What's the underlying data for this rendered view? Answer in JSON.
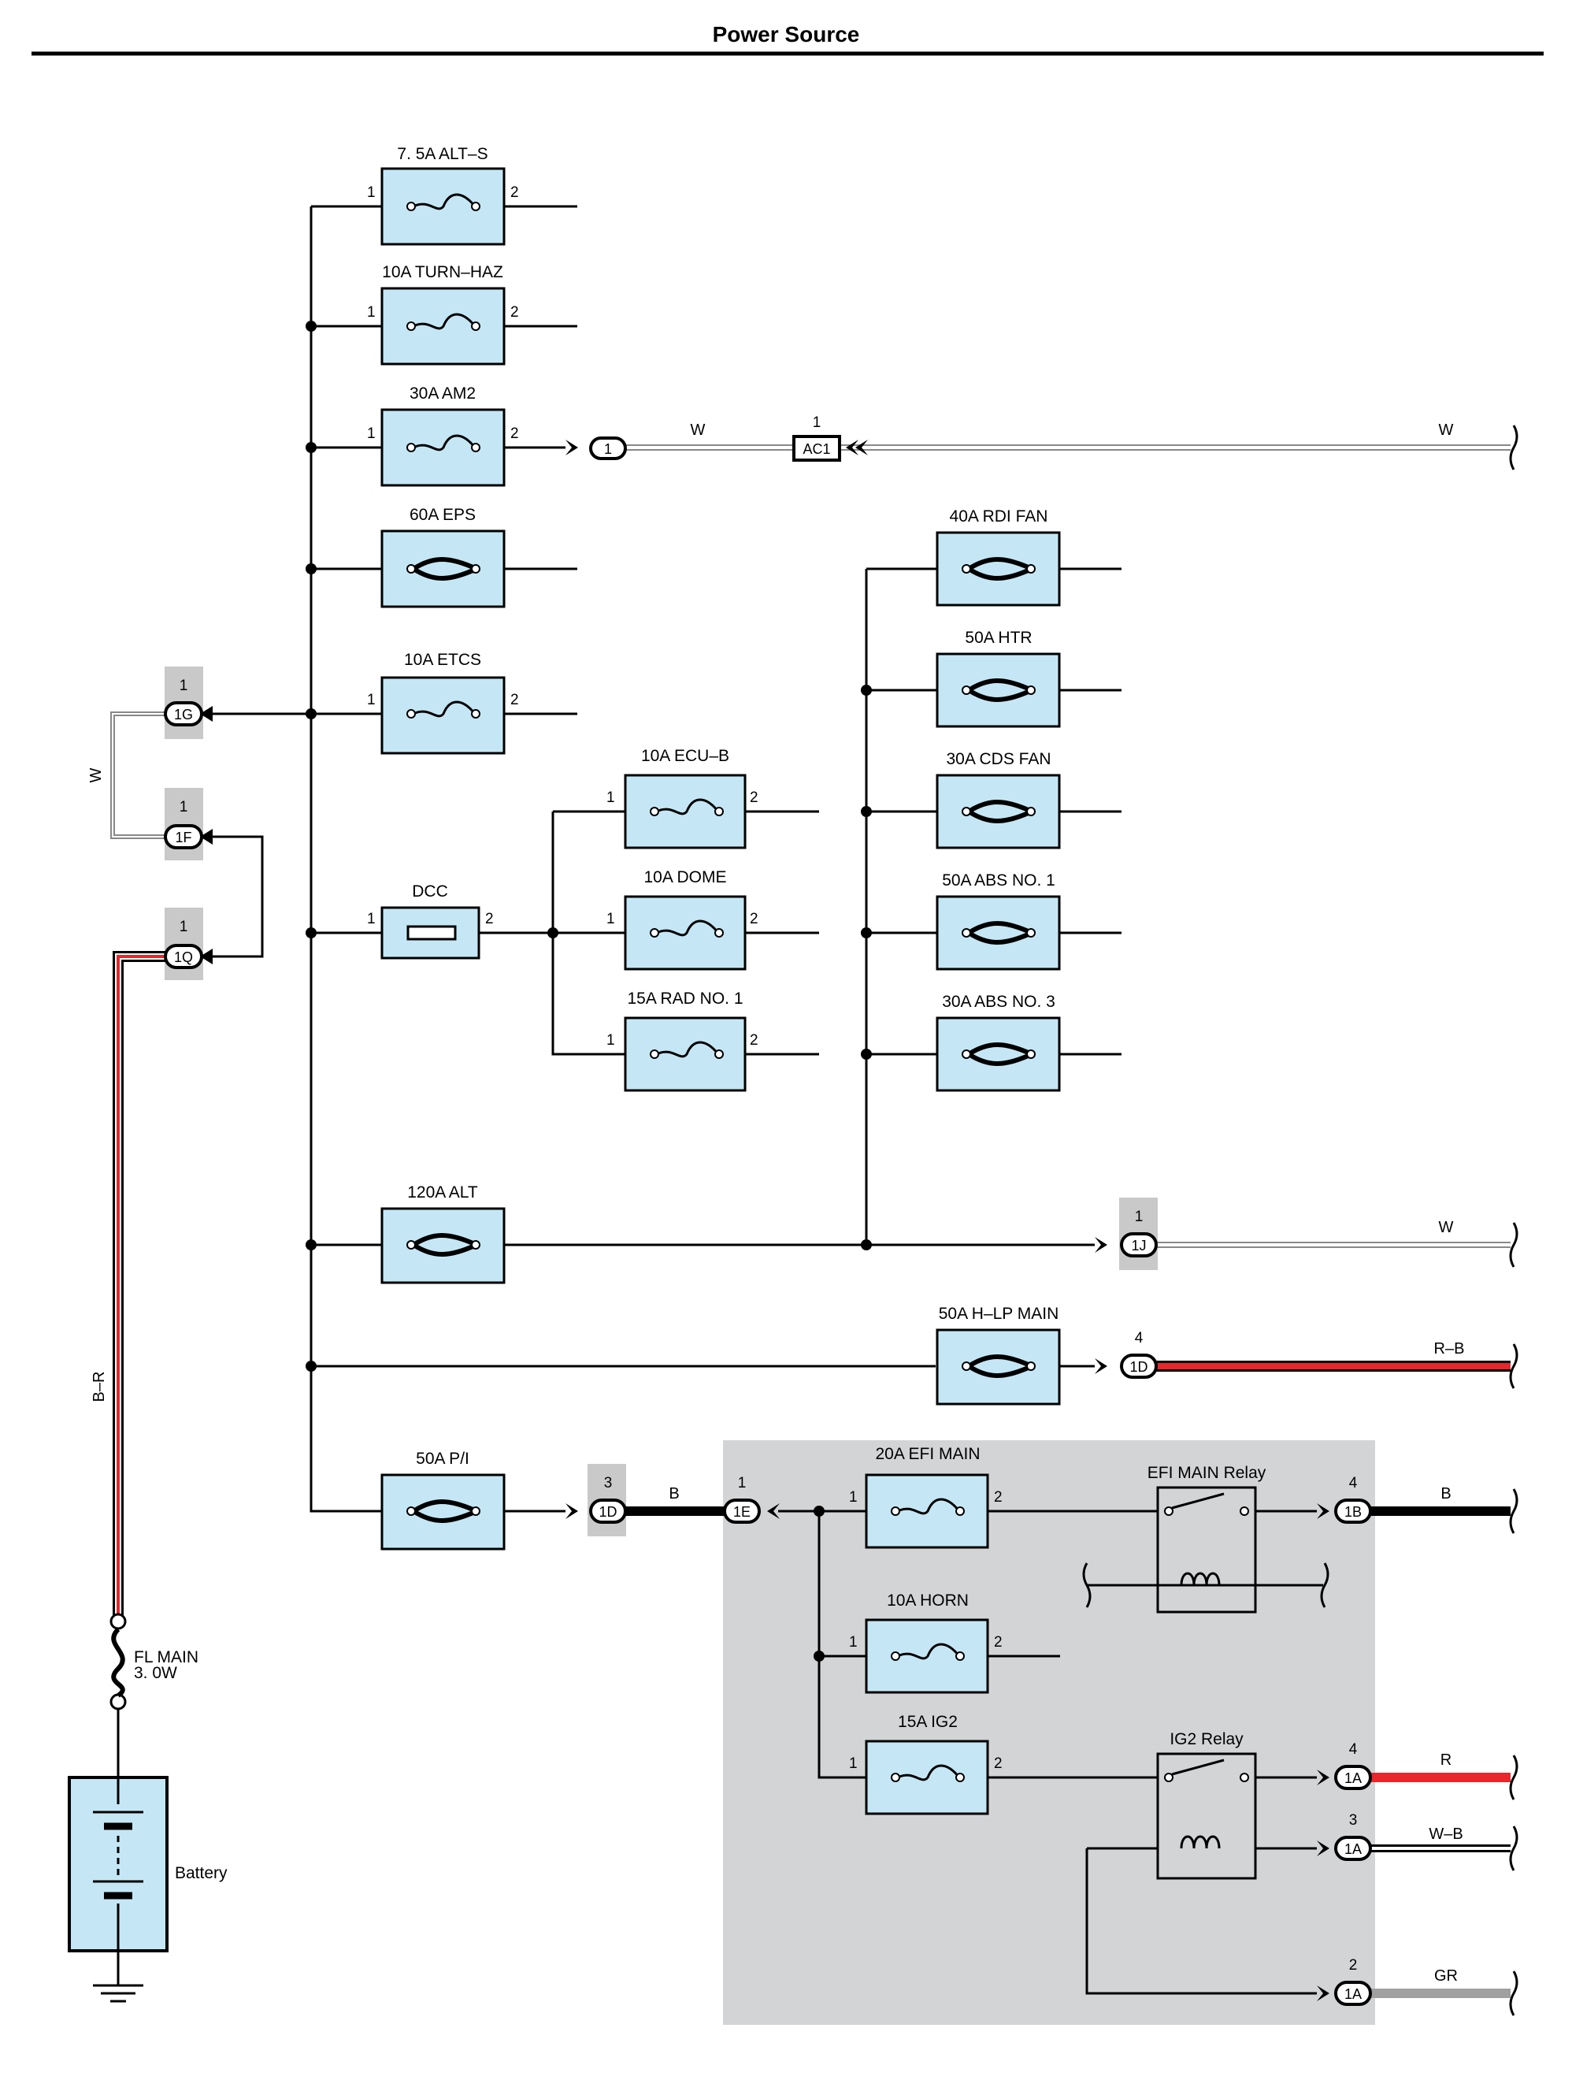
{
  "title": "Power Source",
  "fuses": {
    "alt_s": "7. 5A ALT–S",
    "turn_haz": "10A TURN–HAZ",
    "am2": "30A AM2",
    "eps": "60A EPS",
    "etcs": "10A ETCS",
    "dcc": "DCC",
    "ecu_b": "10A ECU–B",
    "dome": "10A DOME",
    "rad1": "15A RAD NO. 1",
    "rdi_fan": "40A RDI FAN",
    "htr": "50A HTR",
    "cds_fan": "30A CDS FAN",
    "abs1": "50A ABS NO. 1",
    "abs3": "30A ABS NO. 3",
    "alt": "120A ALT",
    "hlp_main": "50A H–LP MAIN",
    "p_i": "50A P/I",
    "efi_main": "20A EFI MAIN",
    "horn": "10A HORN",
    "ig2": "15A IG2",
    "fl_main_1": "FL MAIN",
    "fl_main_2": "3. 0W"
  },
  "relays": {
    "efi_main": "EFI MAIN Relay",
    "ig2": "IG2 Relay"
  },
  "battery": "Battery",
  "pins": {
    "p1": "1",
    "p2": "2",
    "p3": "3",
    "p4": "4"
  },
  "connectors": {
    "c1": "1",
    "ac1": "AC1",
    "c1g": "1G",
    "c1f": "1F",
    "c1q": "1Q",
    "c1j": "1J",
    "c1d": "1D",
    "c1e": "1E",
    "c1b": "1B",
    "c1a": "1A"
  },
  "wires": {
    "w": "W",
    "b_r": "B–R",
    "r_b": "R–B",
    "b": "B",
    "r": "R",
    "w_b": "W–B",
    "gr": "GR"
  },
  "colors": {
    "fuse_fill": "#c5e7f5",
    "relay_box_bg": "#d3d4d6",
    "connector_bg": "#c9c9c9",
    "wire_red": "#e8262b",
    "wire_gray": "#a0a0a0"
  }
}
